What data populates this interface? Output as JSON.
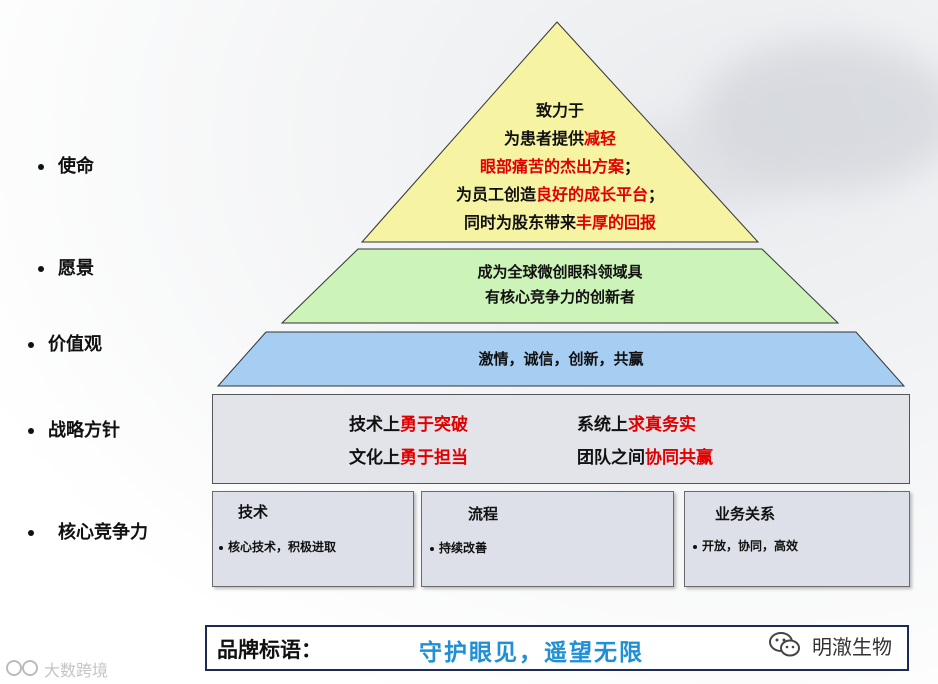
{
  "labels": {
    "mission": "使命",
    "vision": "愿景",
    "values": "价值观",
    "strategy": "战略方针",
    "core": "核心竞争力"
  },
  "mission": {
    "line1": "致力于",
    "line2_black": "为患者提供",
    "line2_red": "减轻",
    "line3_red": "眼部痛苦的杰出方案",
    "line3_black": "；",
    "line4_black": "为员工创造",
    "line4_red": "良好的成长平台",
    "line4_end": "；",
    "line5_black": "同时为股东带来",
    "line5_red": "丰厚的回报"
  },
  "vision": {
    "line1": "成为全球微创眼科领域具",
    "line2": "有核心竞争力的创新者"
  },
  "values_text": "激情，诚信，创新，共赢",
  "strategy": {
    "r1c1_black": "技术上",
    "r1c1_red": "勇于突破",
    "r1c2_black": "系统上",
    "r1c2_red": "求真务实",
    "r2c1_black": "文化上",
    "r2c1_red": "勇于担当",
    "r2c2_black": "团队之间",
    "r2c2_red": "协同共赢"
  },
  "core_boxes": [
    {
      "title": "技术",
      "item": "核心技术，积极进取"
    },
    {
      "title": "流程",
      "item": "持续改善"
    },
    {
      "title": "业务关系",
      "item": "开放，协同，高效"
    }
  ],
  "slogan": {
    "label": "品牌标语：",
    "text": "守护眼见，遥望无限"
  },
  "watermarks": {
    "wechat": "明澈生物",
    "corner": "大数跨境"
  },
  "colors": {
    "mission_fill": "#f6f4a3",
    "vision_fill": "#ccf3b8",
    "values_fill": "#a6cdf2",
    "strategy_fill": "#e2e4ea",
    "core_fill": "#dde0e8",
    "red": "#e00000",
    "slogan_blue": "#1f8fd6"
  },
  "icons": [
    "wechat-icon",
    "corner-logo-icon"
  ]
}
